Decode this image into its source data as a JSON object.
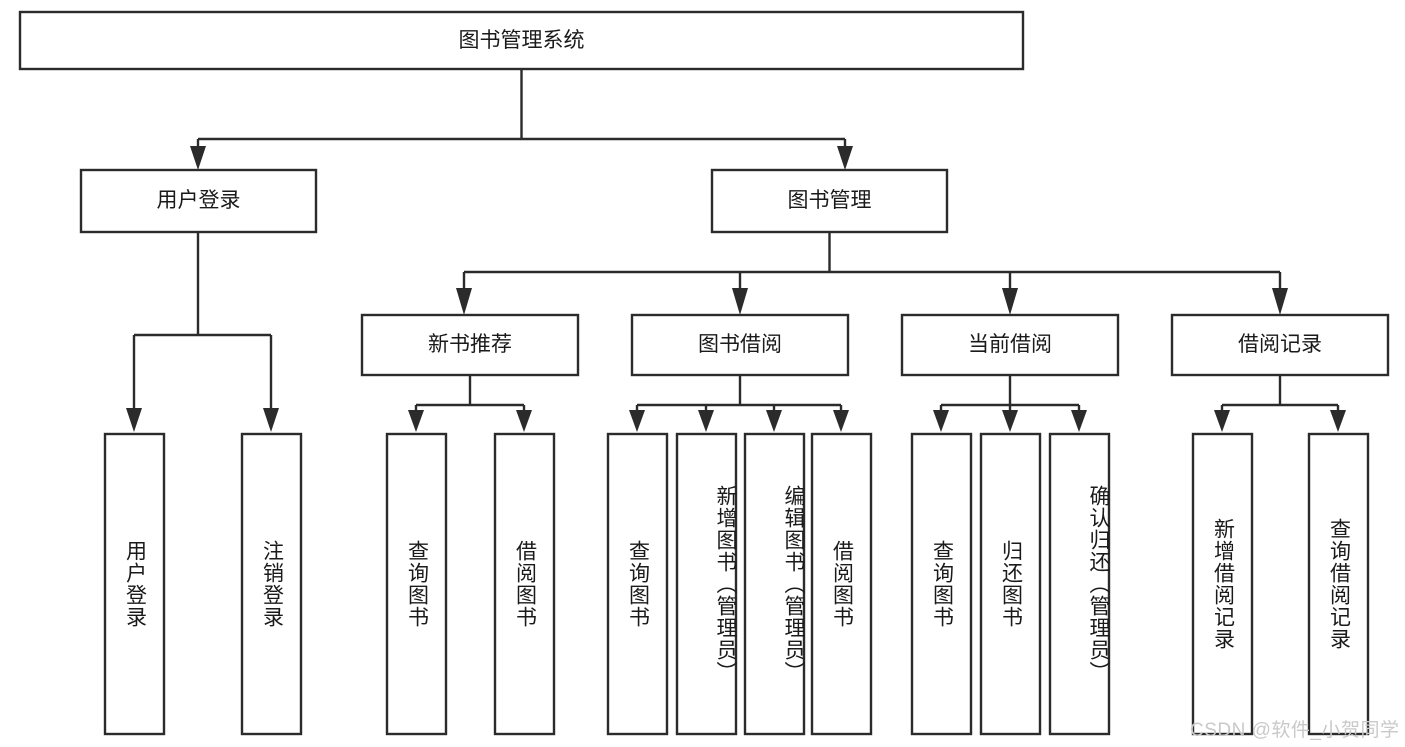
{
  "diagram": {
    "title_node": {
      "label": "图书管理系统"
    },
    "level1": [
      {
        "id": "user-login",
        "label": "用户登录"
      },
      {
        "id": "book-management",
        "label": "图书管理"
      }
    ],
    "level2": [
      {
        "id": "new-book-recommend",
        "label": "新书推荐"
      },
      {
        "id": "book-borrow",
        "label": "图书借阅"
      },
      {
        "id": "current-borrow",
        "label": "当前借阅"
      },
      {
        "id": "borrow-record",
        "label": "借阅记录"
      }
    ],
    "leaves": {
      "user_login": [
        {
          "id": "leaf-user-login",
          "label": "用户登录"
        },
        {
          "id": "leaf-logout-login",
          "label": "注销登录"
        }
      ],
      "new_book_recommend": [
        {
          "id": "leaf-query-book-1",
          "label": "查询图书"
        },
        {
          "id": "leaf-borrow-book-1",
          "label": "借阅图书"
        }
      ],
      "book_borrow": [
        {
          "id": "leaf-query-book-2",
          "label": "查询图书"
        },
        {
          "id": "leaf-add-book",
          "label": "新增图书（管理员）"
        },
        {
          "id": "leaf-edit-book",
          "label": "编辑图书（管理员）"
        },
        {
          "id": "leaf-borrow-book-2",
          "label": "借阅图书"
        }
      ],
      "current_borrow": [
        {
          "id": "leaf-query-book-3",
          "label": "查询图书"
        },
        {
          "id": "leaf-return-book",
          "label": "归还图书"
        },
        {
          "id": "leaf-confirm-return",
          "label": "确认归还（管理员）"
        }
      ],
      "borrow_record": [
        {
          "id": "leaf-add-record",
          "label": "新增借阅记录"
        },
        {
          "id": "leaf-query-record",
          "label": "查询借阅记录"
        }
      ]
    }
  },
  "watermark": {
    "text": "CSDN @软件_小贺同学"
  },
  "colors": {
    "stroke": "#2b2b2b",
    "box_fill": "#ffffff",
    "text": "#1a1a1a",
    "watermark": "#c9c9c9",
    "background": "#ffffff"
  }
}
